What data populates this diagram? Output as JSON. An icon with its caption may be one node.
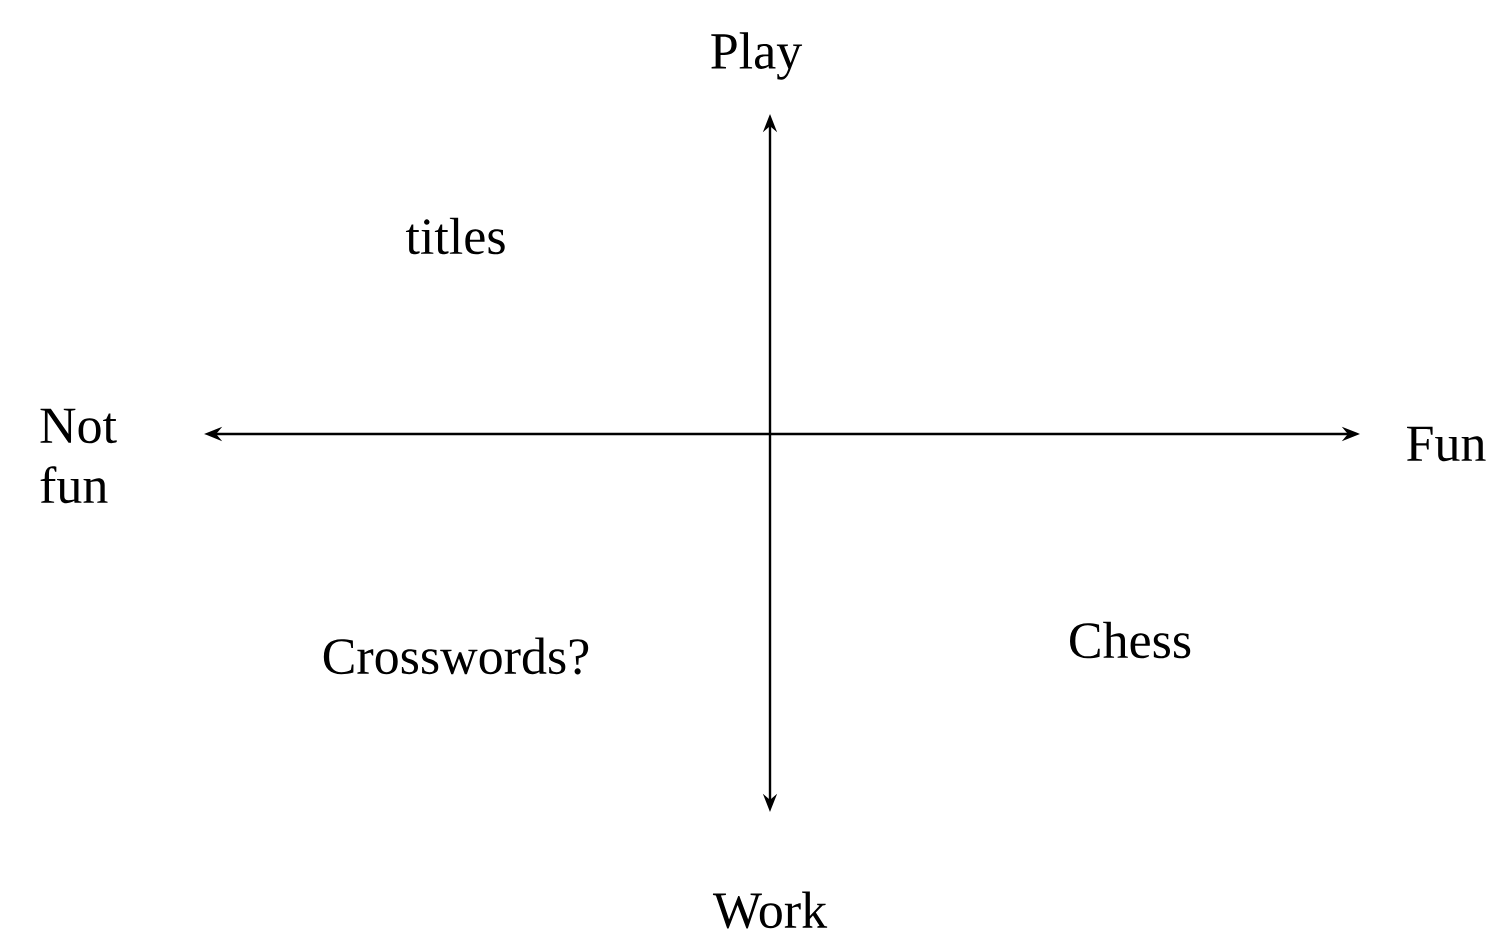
{
  "diagram": {
    "labels": [
      "Play",
      "titles",
      "Not fun",
      "Fun",
      "Crosswords?",
      "Chess",
      "Work"
    ]
  }
}
